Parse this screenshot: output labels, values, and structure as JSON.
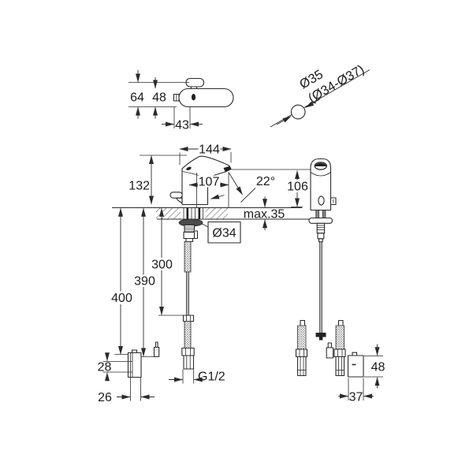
{
  "drawing": {
    "dimensions": {
      "top_view": {
        "overall_depth": "64",
        "body_depth": "48",
        "sensor_offset": "43"
      },
      "mounting_hole": {
        "diameter": "Ø35",
        "diameter_range": "(Ø34-Ø37)"
      },
      "side_view": {
        "spout_width": "144",
        "body_height": "132",
        "spout_reach": "107",
        "spray_angle": "22°",
        "outlet_height": "106",
        "deck_thickness_max": "max.35",
        "shank_diameter": "Ø34",
        "hose_length_1": "300",
        "hose_length_2": "390",
        "cable_length": "400"
      },
      "control_unit": {
        "height": "28",
        "depth": "26",
        "thread": "G1/2"
      },
      "battery_box": {
        "height": "48",
        "width": "37"
      }
    }
  }
}
